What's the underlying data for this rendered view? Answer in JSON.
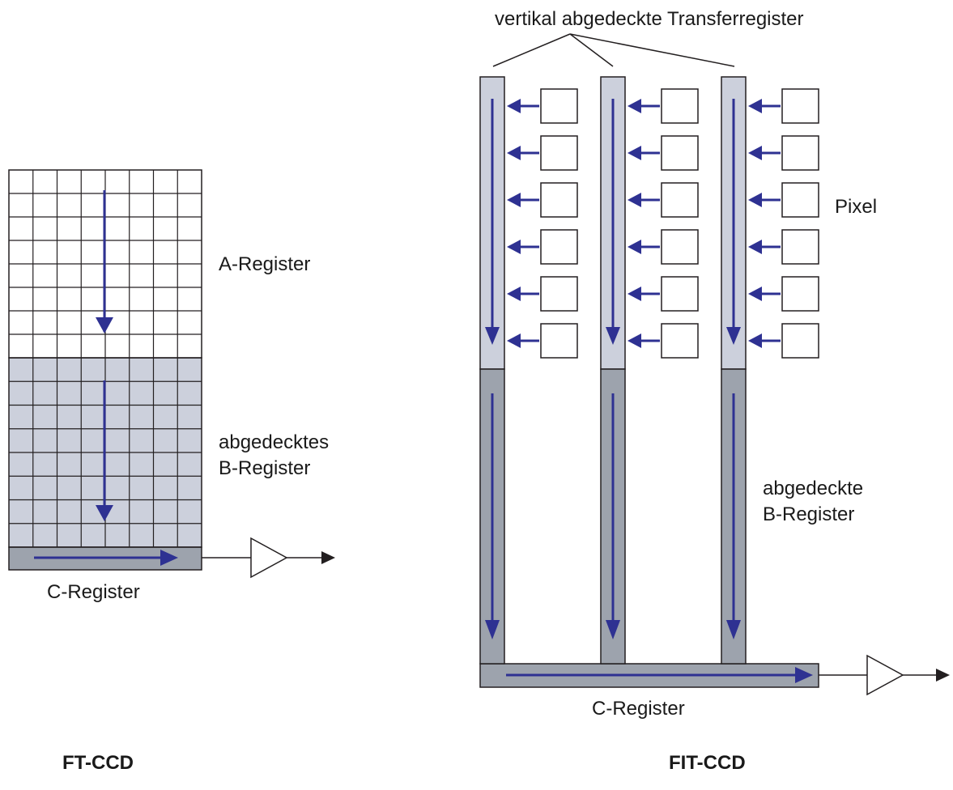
{
  "colors": {
    "arrow": "#2e3192",
    "light_register": "#ccd0dc",
    "dark_register": "#9da3ad",
    "line": "#231f20",
    "background": "#ffffff"
  },
  "ft_ccd": {
    "title": "FT-CCD",
    "a_register_label": "A-Register",
    "b_register_label_line1": "abgedecktes",
    "b_register_label_line2": "B-Register",
    "c_register_label": "C-Register",
    "grid_columns": 8,
    "a_register_rows": 8,
    "b_register_rows": 8
  },
  "fit_ccd": {
    "title": "FIT-CCD",
    "transfer_register_label": "vertikal abgedeckte Transferregister",
    "pixel_label": "Pixel",
    "b_register_label_line1": "abgedeckte",
    "b_register_label_line2": "B-Register",
    "c_register_label": "C-Register",
    "columns": 3,
    "pixels_per_column": 6
  }
}
